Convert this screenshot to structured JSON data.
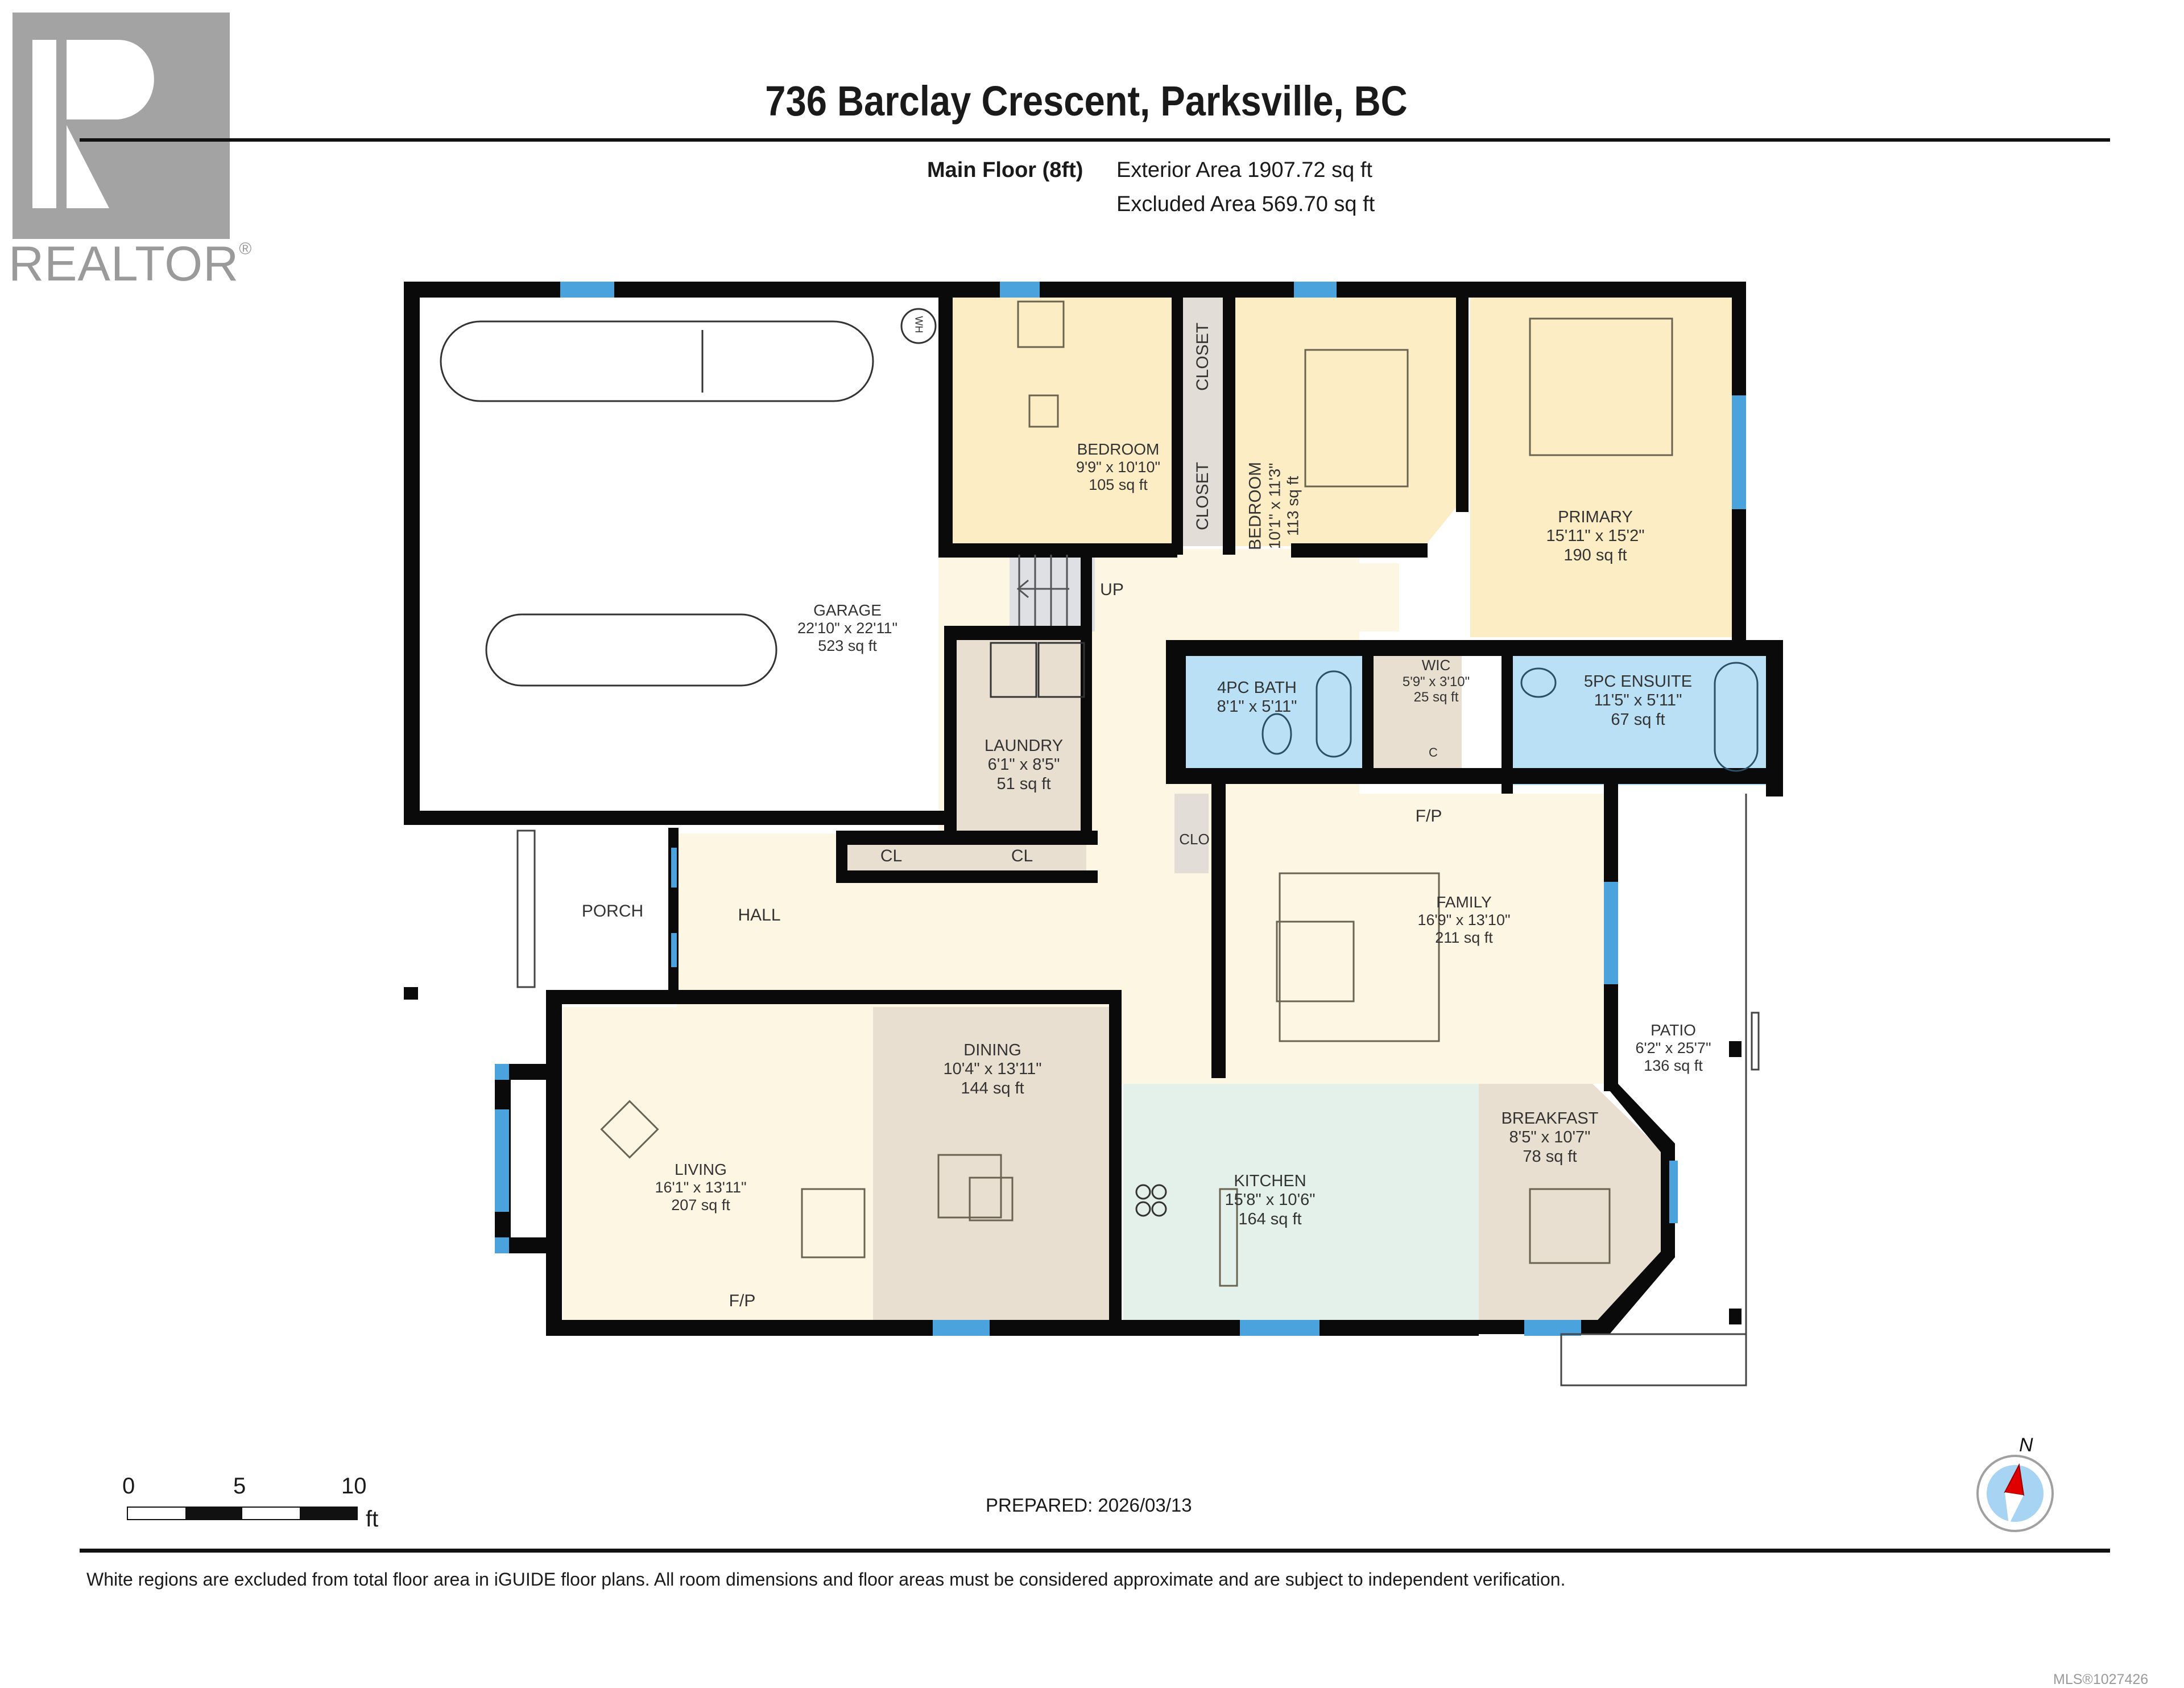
{
  "header": {
    "logo_text": "REALTOR",
    "logo_mark": "®",
    "title": "736 Barclay Crescent, Parksville, BC",
    "floor_label": "Main Floor (8ft)",
    "exterior_area": "Exterior Area 1907.72 sq ft",
    "excluded_area": "Excluded Area 569.70 sq ft"
  },
  "colors": {
    "wall": "#0a0a0a",
    "window": "#4aa3dc",
    "living_fill": "#fdf6e3",
    "bedroom_fill": "#fcedc4",
    "bath_fill": "#b9e0f5",
    "laundry_fill": "#e8dfd0",
    "kitchen_fill": "#e3f1ea",
    "closet_fill": "#e2ddd6",
    "excluded_fill": "#ffffff",
    "compass_red": "#e00000",
    "compass_blue": "#a6d4f2"
  },
  "rooms": [
    {
      "id": "garage",
      "name": "GARAGE",
      "dims": "22'10\" x 22'11\"",
      "area": "523 sq ft"
    },
    {
      "id": "bedroom1",
      "name": "BEDROOM",
      "dims": "9'9\" x 10'10\"",
      "area": "105 sq ft"
    },
    {
      "id": "bedroom2",
      "name": "BEDROOM",
      "dims": "10'1\" x 11'3\"",
      "area": "113 sq ft"
    },
    {
      "id": "primary",
      "name": "PRIMARY",
      "dims": "15'11\" x 15'2\"",
      "area": "190 sq ft"
    },
    {
      "id": "laundry",
      "name": "LAUNDRY",
      "dims": "6'1\" x 8'5\"",
      "area": "51 sq ft"
    },
    {
      "id": "bath4",
      "name": "4PC BATH",
      "dims": "8'1\" x 5'11\"",
      "area": ""
    },
    {
      "id": "wic",
      "name": "WIC",
      "dims": "5'9\" x 3'10\"",
      "area": "25 sq ft"
    },
    {
      "id": "ensuite",
      "name": "5PC ENSUITE",
      "dims": "11'5\" x 5'11\"",
      "area": "67 sq ft"
    },
    {
      "id": "family",
      "name": "FAMILY",
      "dims": "16'9\" x 13'10\"",
      "area": "211 sq ft"
    },
    {
      "id": "patio",
      "name": "PATIO",
      "dims": "6'2\" x 25'7\"",
      "area": "136 sq ft"
    },
    {
      "id": "living",
      "name": "LIVING",
      "dims": "16'1\" x 13'11\"",
      "area": "207 sq ft"
    },
    {
      "id": "dining",
      "name": "DINING",
      "dims": "10'4\" x 13'11\"",
      "area": "144 sq ft"
    },
    {
      "id": "kitchen",
      "name": "KITCHEN",
      "dims": "15'8\" x 10'6\"",
      "area": "164 sq ft"
    },
    {
      "id": "breakfast",
      "name": "BREAKFAST",
      "dims": "8'5\" x 10'7\"",
      "area": "78 sq ft"
    }
  ],
  "labels": {
    "closet_a": "CLOSET",
    "closet_b": "CLOSET",
    "cl_hall": "CL",
    "cl_laundry": "CL",
    "clo": "CLO",
    "c_wic": "C",
    "fp_family": "F/P",
    "fp_living": "F/P",
    "up": "UP",
    "porch": "PORCH",
    "hall": "HALL",
    "water_heater": "WH"
  },
  "footer": {
    "scale": {
      "ticks": [
        "0",
        "5",
        "10"
      ],
      "unit": "ft"
    },
    "prepared": "PREPARED: 2026/03/13",
    "compass_label": "N",
    "disclaimer": "White regions are excluded from total floor area in iGUIDE floor plans. All room dimensions and floor areas must be considered approximate and are subject to independent verification.",
    "mls": "MLS®1027426"
  }
}
